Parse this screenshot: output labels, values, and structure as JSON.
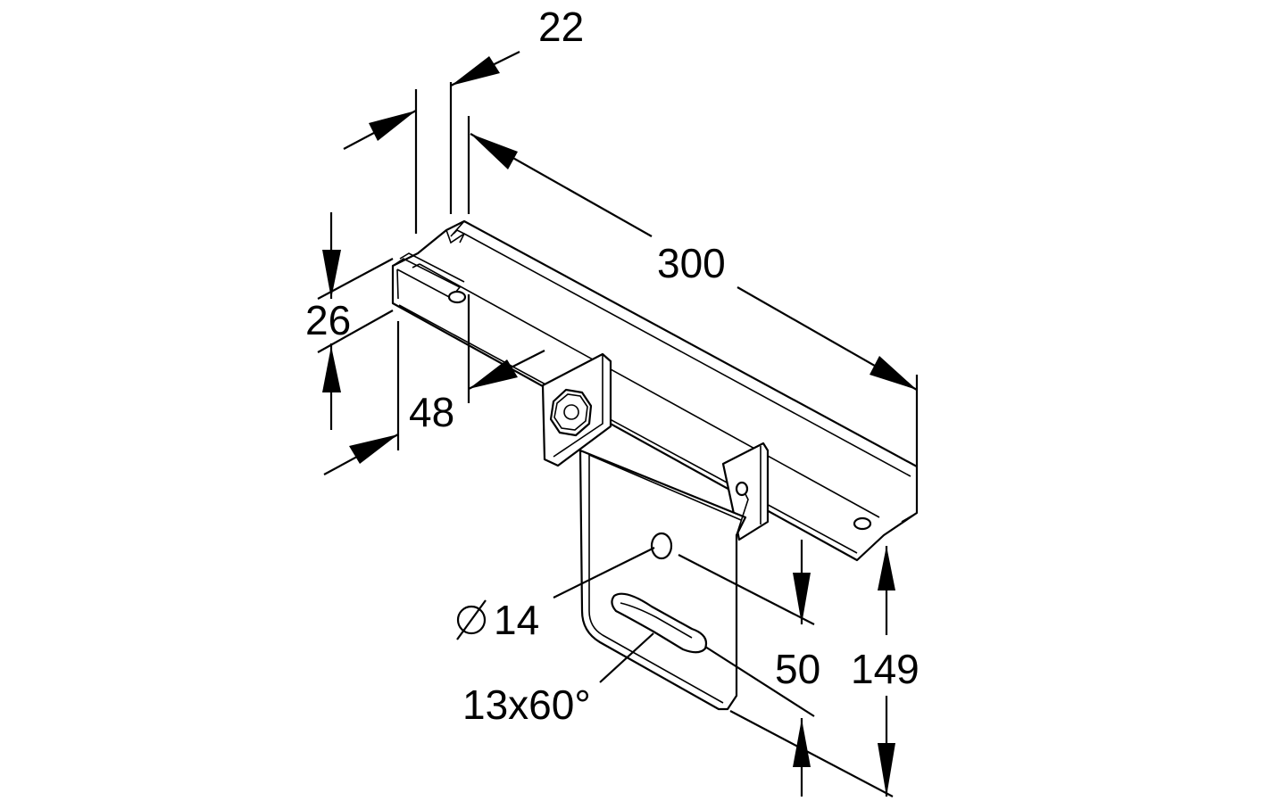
{
  "dimensions": {
    "width_channel": "22",
    "length": "300",
    "height_channel": "26",
    "depth": "48",
    "hole_diameter": "14",
    "slot": "13x60°",
    "hole_offset": "50",
    "total_height": "149"
  },
  "symbols": {
    "diameter": "diameter-symbol"
  }
}
